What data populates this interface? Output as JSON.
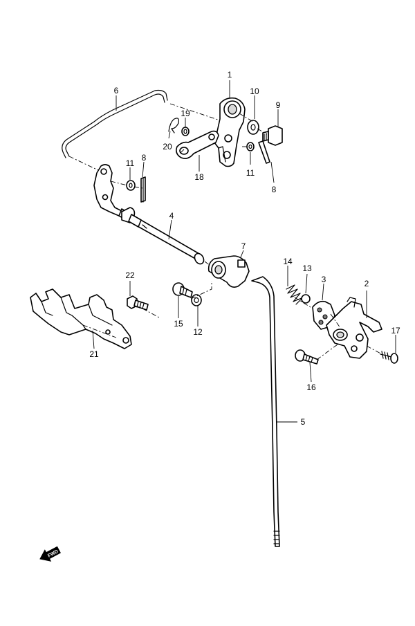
{
  "diagram": {
    "callouts": [
      {
        "id": "1",
        "label": "1"
      },
      {
        "id": "2",
        "label": "2"
      },
      {
        "id": "3",
        "label": "3"
      },
      {
        "id": "4",
        "label": "4"
      },
      {
        "id": "5",
        "label": "5"
      },
      {
        "id": "6",
        "label": "6"
      },
      {
        "id": "7",
        "label": "7"
      },
      {
        "id": "8a",
        "label": "8"
      },
      {
        "id": "8b",
        "label": "8"
      },
      {
        "id": "9",
        "label": "9"
      },
      {
        "id": "10",
        "label": "10"
      },
      {
        "id": "11a",
        "label": "11"
      },
      {
        "id": "11b",
        "label": "11"
      },
      {
        "id": "12",
        "label": "12"
      },
      {
        "id": "13",
        "label": "13"
      },
      {
        "id": "14",
        "label": "14"
      },
      {
        "id": "15",
        "label": "15"
      },
      {
        "id": "16",
        "label": "16"
      },
      {
        "id": "17",
        "label": "17"
      },
      {
        "id": "18",
        "label": "18"
      },
      {
        "id": "19",
        "label": "19"
      },
      {
        "id": "20",
        "label": "20"
      },
      {
        "id": "21",
        "label": "21"
      },
      {
        "id": "22",
        "label": "22"
      }
    ],
    "fwd_label": "FWD",
    "colors": {
      "line": "#000000",
      "background": "#ffffff",
      "shade": "#d8d8d8"
    }
  }
}
